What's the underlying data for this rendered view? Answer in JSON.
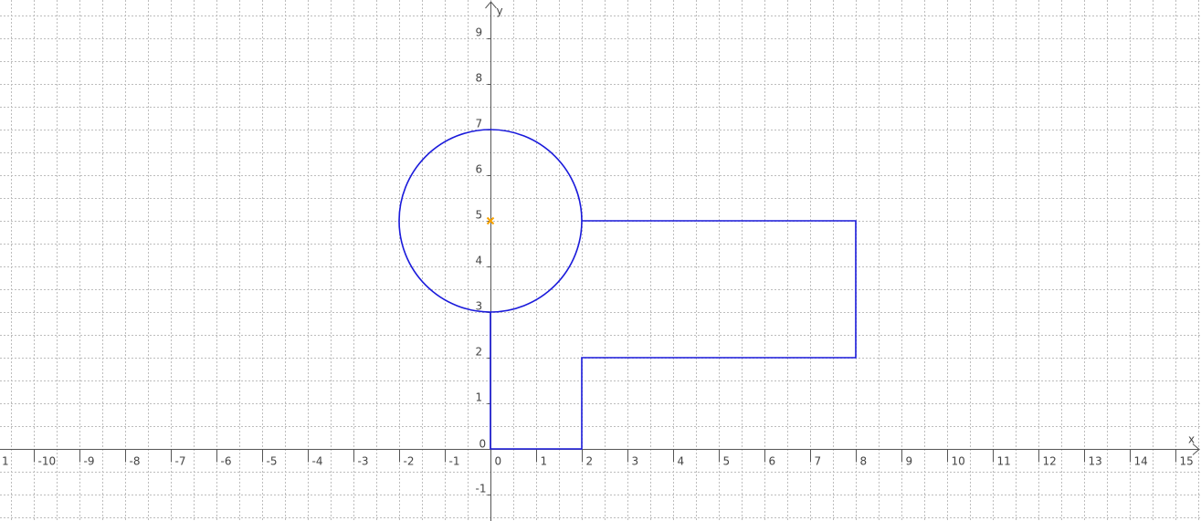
{
  "chart_data": {
    "type": "line",
    "title": "",
    "xlabel": "x",
    "ylabel": "y",
    "xlim": [
      -10.7,
      15.5
    ],
    "ylim": [
      -1.5,
      9.8
    ],
    "grid": true,
    "grid_step": 0.5,
    "x_ticks": [
      -10,
      -9,
      -8,
      -7,
      -6,
      -5,
      -4,
      -3,
      -2,
      -1,
      0,
      1,
      2,
      3,
      4,
      5,
      6,
      7,
      8,
      9,
      10,
      11,
      12,
      13,
      14,
      15
    ],
    "x_tick_labels": [
      "-10",
      "-9",
      "-8",
      "-7",
      "-6",
      "-5",
      "-4",
      "-3",
      "-2",
      "-1",
      "0",
      "1",
      "2",
      "3",
      "4",
      "5",
      "6",
      "7",
      "8",
      "9",
      "10",
      "11",
      "12",
      "13",
      "14",
      "15"
    ],
    "y_ticks": [
      -1,
      1,
      2,
      3,
      4,
      5,
      6,
      7,
      8,
      9
    ],
    "y_tick_labels": [
      "-1",
      "1",
      "2",
      "3",
      "4",
      "5",
      "6",
      "7",
      "8",
      "9"
    ],
    "edge_label": "1",
    "shapes": {
      "polyline": {
        "color": "#1a1adb",
        "points": [
          [
            0,
            3
          ],
          [
            0,
            0
          ],
          [
            2,
            0
          ],
          [
            2,
            2
          ],
          [
            8,
            2
          ],
          [
            8,
            5
          ],
          [
            2,
            5
          ]
        ]
      },
      "circle": {
        "color": "#1a1adb",
        "center": [
          0,
          5
        ],
        "radius": 2
      },
      "center_marker": {
        "color": "#f5a000",
        "point": [
          0,
          5
        ],
        "symbol": "x"
      }
    }
  }
}
